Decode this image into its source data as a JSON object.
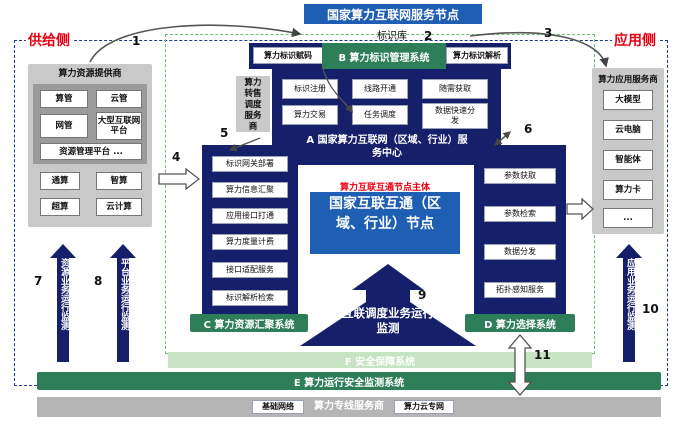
{
  "header": {
    "title": "国家算力互联网服务节点",
    "tag_library": "标识库"
  },
  "side_labels": {
    "supply": "供给侧",
    "application": "应用侧"
  },
  "supply": {
    "title": "算力资源提供商",
    "cells": [
      "算管",
      "云管",
      "网管",
      "大型互联网平台",
      "资源管理平台 ..."
    ],
    "bottom_cells": [
      "通算",
      "智算",
      "超算",
      "云计算"
    ]
  },
  "application": {
    "title": "算力应用服务商",
    "items": [
      "大模型",
      "云电脑",
      "智能体",
      "算力卡",
      "..."
    ]
  },
  "module_b": {
    "title": "B 算力标识管理系统",
    "left_tab": "算力标识赋码",
    "right_tab": "算力标识解析"
  },
  "module_a": {
    "cells": [
      "标识注册",
      "线路开通",
      "随需获取",
      "算力交易",
      "任务调度",
      "数据快速分发"
    ],
    "title": "A 国家算力互联网（区域、行业）服务中心",
    "left_tag": "算力转售调度服务商"
  },
  "module_c": {
    "items": [
      "标识网关部署",
      "算力信息汇聚",
      "应用接口打通",
      "算力度量计费",
      "接口适配服务",
      "标识解析检索"
    ],
    "title": "C 算力资源汇聚系统"
  },
  "module_d": {
    "items": [
      "参数获取",
      "参数检索",
      "数据分发",
      "拓扑感知服务"
    ],
    "title": "D 算力选择系统"
  },
  "center": {
    "subject_label": "算力互联互通节点主体",
    "node_title": "国家互联互通（区域、行业）节点",
    "arrow_text": "互联调度业务运行监测"
  },
  "bars": {
    "f": "F 安全保障系统",
    "e": "E 算力运行安全监测系统",
    "bottom_left": "基础网络",
    "bottom_mid": "算力专线服务商",
    "bottom_right": "算力云专网"
  },
  "vertical_labels": {
    "v7": "资源业务运行监测",
    "v8": "平台业务运行监测",
    "v10": "应用业务运行监测"
  },
  "numbers": [
    "1",
    "2",
    "3",
    "4",
    "5",
    "6",
    "7",
    "8",
    "9",
    "10",
    "11"
  ],
  "colors": {
    "navy": "#16206a",
    "blue": "#1e5fb4",
    "green": "#2f7e5a",
    "red": "#e60012",
    "gray": "#c9c9c9",
    "lightgreen": "#c6e3c3"
  }
}
